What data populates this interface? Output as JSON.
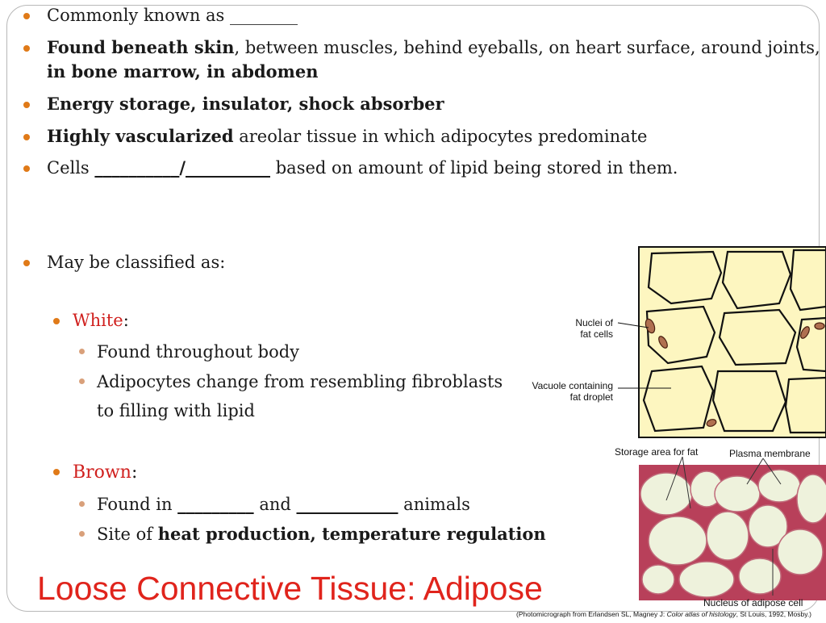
{
  "bullets": {
    "b1": "Commonly known as ________",
    "b2_bold": "Found beneath skin",
    "b2_rest": ", between muscles, behind eyeballs, on heart surface, around joints,",
    "b2_line2": "in bone marrow, in abdomen",
    "b3": "Energy storage, insulator, shock absorber",
    "b4_bold": "Highly vascularized",
    "b4_rest": " areolar tissue in which adipocytes predominate",
    "b5_a": "Cells ",
    "b5_blank": "__________/__________",
    "b5_b": " based on amount of lipid being stored in them.",
    "b6": "May be classified as:"
  },
  "white": {
    "label": "White",
    "colon": ":",
    "items": [
      "Found throughout body",
      "Adipocytes change from resembling fibroblasts"
    ],
    "item2_line2": "to filling with lipid"
  },
  "brown": {
    "label": "Brown",
    "colon": ":",
    "item1_a": "Found in ",
    "item1_blank1": "_________",
    "item1_b": " and ",
    "item1_blank2": "____________",
    "item1_c": " animals",
    "item2_a": "Site of ",
    "item2_bold": "heat production, temperature regulation"
  },
  "title": "Loose Connective Tissue: Adipose",
  "figure": {
    "label_nuclei": [
      "Nuclei of",
      "fat cells"
    ],
    "label_vacuole": [
      "Vacuole containing",
      "fat droplet"
    ],
    "label_storage": "Storage area for fat",
    "label_membrane": "Plasma membrane",
    "label_nucleus": "Nucleus of adipose cell",
    "caption_a": "(Photomicrograph from Erlandsen SL, Magney J: ",
    "caption_italic": "Color atlas of histology",
    "caption_b": ", St Louis, 1992, Mosby.)"
  },
  "colors": {
    "bullet": "#e07a18",
    "title": "#e0241c",
    "accent_text": "#d0201e",
    "cell_fill": "#fdf6c0"
  }
}
